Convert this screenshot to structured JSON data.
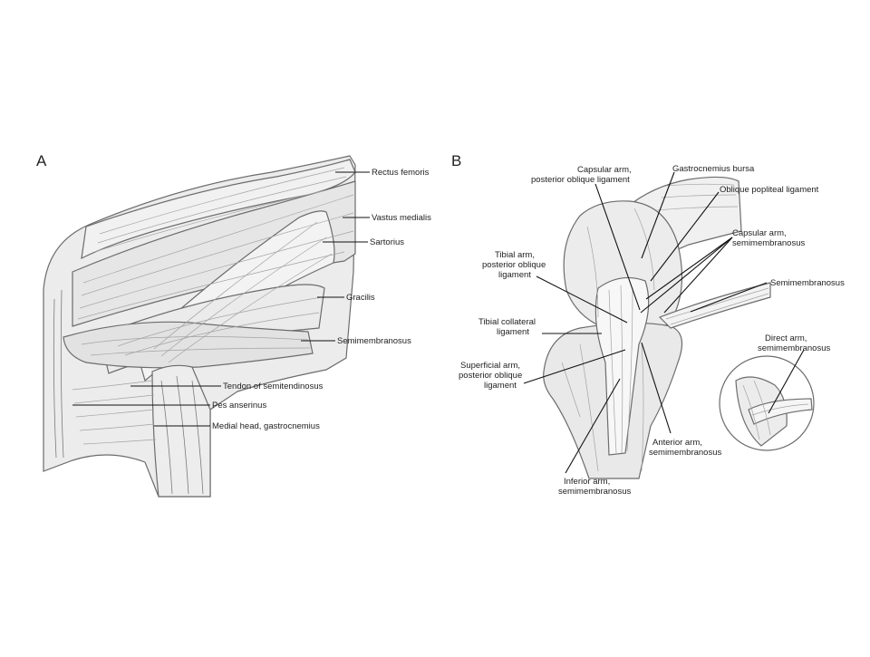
{
  "figure": {
    "panel_a": {
      "letter": "A",
      "labels": [
        "Rectus femoris",
        "Vastus medialis",
        "Sartorius",
        "Gracilis",
        "Semimembranosus",
        "Tendon of semitendinosus",
        "Pes anserinus",
        "Medial head, gastrocnemius"
      ]
    },
    "panel_b": {
      "letter": "B",
      "labels": [
        [
          "Capsular arm,",
          "posterior oblique ligament"
        ],
        [
          "Gastrocnemius bursa"
        ],
        [
          "Oblique popliteal ligament"
        ],
        [
          "Capsular arm,",
          "semimembranosus"
        ],
        [
          "Semimembranosus"
        ],
        [
          "Tibial arm,",
          "posterior oblique",
          "ligament"
        ],
        [
          "Tibial collateral",
          "ligament"
        ],
        [
          "Superficial arm,",
          "posterior oblique",
          "ligament"
        ],
        [
          "Direct arm,",
          "semimembranosus"
        ],
        [
          "Anterior arm,",
          "semimembranosus"
        ],
        [
          "Inferior arm,",
          "semimembranosus"
        ]
      ]
    }
  }
}
